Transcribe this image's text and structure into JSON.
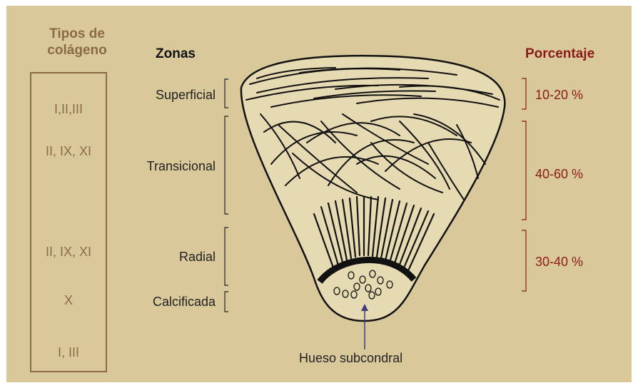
{
  "columns": {
    "collagen_title": [
      "Tipos de",
      "colágeno"
    ],
    "zones_title": "Zonas",
    "percent_title": "Porcentaje"
  },
  "collagen_types": [
    "I,II,III",
    "II, IX, XI",
    "II, IX, XI",
    "X",
    "I, III"
  ],
  "zones": [
    "Superficial",
    "Transicional",
    "Radial",
    "Calcificada"
  ],
  "percentages": [
    "10-20 %",
    "40-60 %",
    "30-40 %"
  ],
  "bone_label": "Hueso subcondral",
  "colors": {
    "background": "#d9c99a",
    "collagen_text": "#8b6a45",
    "percent_text": "#8b1a1a",
    "cartilage_fill": "#e6dab2",
    "fibers": "#1a1a1a",
    "arrow": "#3a3f7a"
  }
}
